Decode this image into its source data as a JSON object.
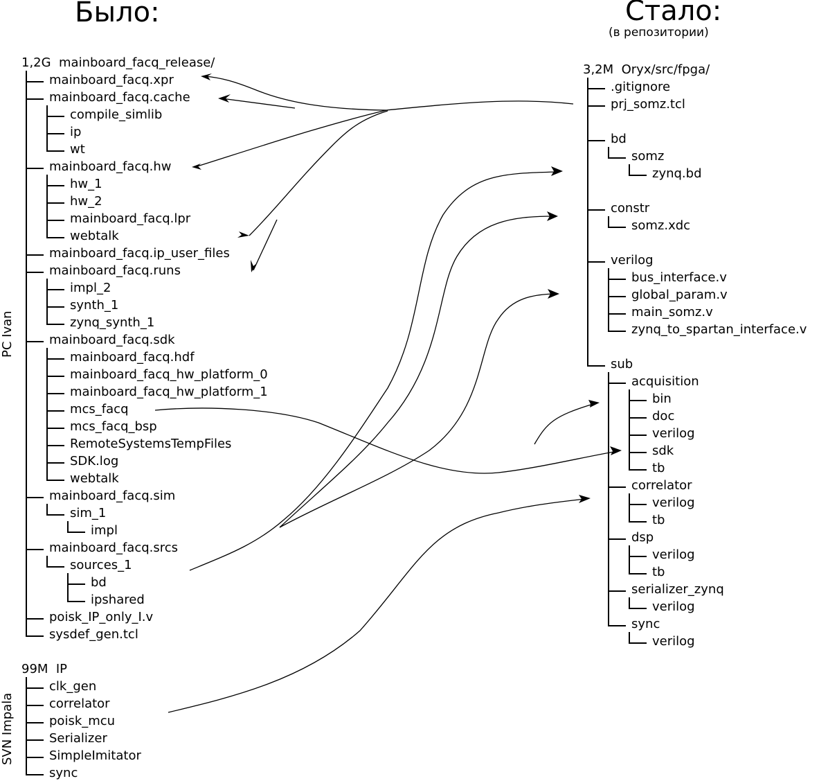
{
  "left": {
    "title": "Было:",
    "groups": [
      {
        "side_label": "PC Ivan",
        "root": {
          "size": "1,2G",
          "name": "mainboard_facq_release/"
        },
        "items": [
          {
            "name": "mainboard_facq.xpr",
            "depth": 1
          },
          {
            "name": "mainboard_facq.cache",
            "depth": 1
          },
          {
            "name": "compile_simlib",
            "depth": 2
          },
          {
            "name": "ip",
            "depth": 2
          },
          {
            "name": "wt",
            "depth": 2
          },
          {
            "name": "mainboard_facq.hw",
            "depth": 1
          },
          {
            "name": "hw_1",
            "depth": 2
          },
          {
            "name": "hw_2",
            "depth": 2
          },
          {
            "name": "mainboard_facq.lpr",
            "depth": 2
          },
          {
            "name": "webtalk",
            "depth": 2
          },
          {
            "name": "mainboard_facq.ip_user_files",
            "depth": 1
          },
          {
            "name": "mainboard_facq.runs",
            "depth": 1
          },
          {
            "name": "impl_2",
            "depth": 2
          },
          {
            "name": "synth_1",
            "depth": 2
          },
          {
            "name": "zynq_synth_1",
            "depth": 2
          },
          {
            "name": "mainboard_facq.sdk",
            "depth": 1
          },
          {
            "name": "mainboard_facq.hdf",
            "depth": 2
          },
          {
            "name": "mainboard_facq_hw_platform_0",
            "depth": 2
          },
          {
            "name": "mainboard_facq_hw_platform_1",
            "depth": 2
          },
          {
            "name": "mcs_facq",
            "depth": 2
          },
          {
            "name": "mcs_facq_bsp",
            "depth": 2
          },
          {
            "name": "RemoteSystemsTempFiles",
            "depth": 2
          },
          {
            "name": "SDK.log",
            "depth": 2
          },
          {
            "name": "webtalk",
            "depth": 2
          },
          {
            "name": "mainboard_facq.sim",
            "depth": 1
          },
          {
            "name": "sim_1",
            "depth": 2
          },
          {
            "name": "impl",
            "depth": 3
          },
          {
            "name": "mainboard_facq.srcs",
            "depth": 1
          },
          {
            "name": "sources_1",
            "depth": 2
          },
          {
            "name": "bd",
            "depth": 3
          },
          {
            "name": "ipshared",
            "depth": 3
          },
          {
            "name": "poisk_IP_only_I.v",
            "depth": 1
          },
          {
            "name": "sysdef_gen.tcl",
            "depth": 1
          }
        ]
      },
      {
        "side_label": "SVN Impala",
        "root": {
          "size": "99M",
          "name": "IP"
        },
        "items": [
          {
            "name": "clk_gen",
            "depth": 1
          },
          {
            "name": "correlator",
            "depth": 1
          },
          {
            "name": "poisk_mcu",
            "depth": 1
          },
          {
            "name": "Serializer",
            "depth": 1
          },
          {
            "name": "SimpleImitator",
            "depth": 1
          },
          {
            "name": "sync",
            "depth": 1
          }
        ]
      }
    ]
  },
  "right": {
    "title": "Стало:",
    "subtitle": "(в репозитории)",
    "root": {
      "size": "3,2M",
      "name": "Oryx/src/fpga/"
    },
    "items": [
      {
        "name": ".gitignore",
        "depth": 1
      },
      {
        "name": "prj_somz.tcl",
        "depth": 1
      },
      {
        "name": "bd",
        "depth": 1,
        "gap_before": true
      },
      {
        "name": "somz",
        "depth": 2
      },
      {
        "name": "zynq.bd",
        "depth": 3
      },
      {
        "name": "constr",
        "depth": 1,
        "gap_before": true
      },
      {
        "name": "somz.xdc",
        "depth": 2
      },
      {
        "name": "verilog",
        "depth": 1,
        "gap_before": true
      },
      {
        "name": "bus_interface.v",
        "depth": 2
      },
      {
        "name": "global_param.v",
        "depth": 2
      },
      {
        "name": "main_somz.v",
        "depth": 2
      },
      {
        "name": "zynq_to_spartan_interface.v",
        "depth": 2
      },
      {
        "name": "sub",
        "depth": 1,
        "gap_before": true
      },
      {
        "name": "acquisition",
        "depth": 2
      },
      {
        "name": "bin",
        "depth": 3
      },
      {
        "name": "doc",
        "depth": 3
      },
      {
        "name": "verilog",
        "depth": 3
      },
      {
        "name": "sdk",
        "depth": 3
      },
      {
        "name": "tb",
        "depth": 3
      },
      {
        "name": "correlator",
        "depth": 2
      },
      {
        "name": "verilog",
        "depth": 3
      },
      {
        "name": "tb",
        "depth": 3
      },
      {
        "name": "dsp",
        "depth": 2
      },
      {
        "name": "verilog",
        "depth": 3
      },
      {
        "name": "tb",
        "depth": 3
      },
      {
        "name": "serializer_zynq",
        "depth": 2
      },
      {
        "name": "verilog",
        "depth": 3
      },
      {
        "name": "sync",
        "depth": 2
      },
      {
        "name": "verilog",
        "depth": 3
      }
    ]
  },
  "arrows": [
    {
      "from": "prj_somz.tcl",
      "to": [
        "mainboard_facq.xpr",
        "mainboard_facq.cache",
        "mainboard_facq.hw",
        "webtalk (hw)",
        "mainboard_facq.runs"
      ]
    },
    {
      "from": "mainboard_facq.srcs/sources_1",
      "to": [
        "bd",
        "constr",
        "verilog"
      ]
    },
    {
      "from": "mcs_facq",
      "to": [
        "acquisition/sdk"
      ]
    },
    {
      "from": "",
      "to": [
        "acquisition"
      ]
    },
    {
      "from": "SVN Impala/IP",
      "to": [
        "correlator"
      ]
    }
  ]
}
